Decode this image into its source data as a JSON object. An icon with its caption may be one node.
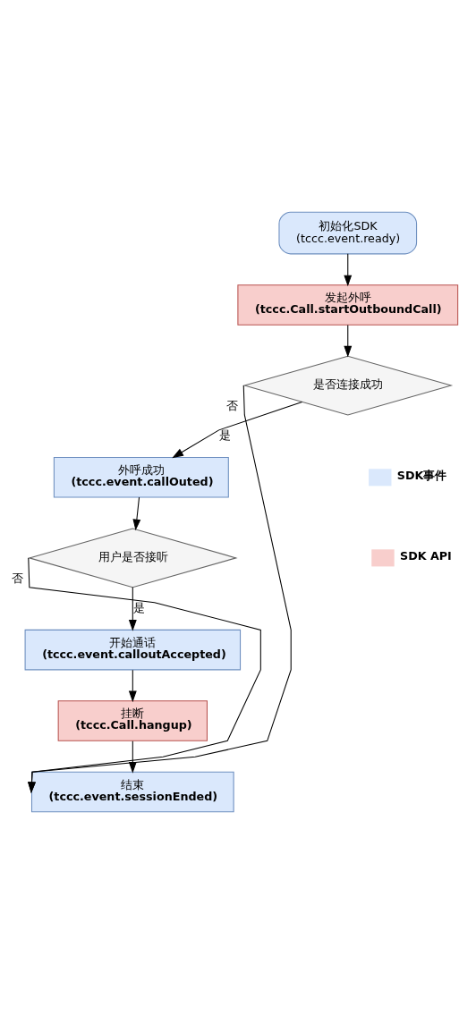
{
  "diagram": {
    "nodes": [
      {
        "text": [
          "初始化SDK",
          "(tccc.event.ready)"
        ]
      },
      {
        "text": [
          "发起外呼",
          "(tccc.Call.startOutboundCall)"
        ]
      },
      {
        "text": [
          "是否连接成功"
        ]
      },
      {
        "text": [
          "外呼成功",
          "(tccc.event.callOuted)"
        ]
      },
      {
        "text": [
          "用户是否接听"
        ]
      },
      {
        "text": [
          "开始通话",
          "(tccc.event.calloutAccepted)"
        ]
      },
      {
        "text": [
          "挂断",
          "(tccc.Call.hangup)"
        ]
      },
      {
        "text": [
          "结束",
          "(tccc.event.sessionEnded)"
        ]
      }
    ],
    "edges": [
      {
        "from": 0,
        "to": 1,
        "arrow": "to"
      },
      {
        "from": 1,
        "to": 2,
        "arrow": "to"
      },
      {
        "from": 2,
        "to": 3,
        "arrow": "to",
        "label": "是"
      },
      {
        "from": 3,
        "to": 4,
        "arrow": "to"
      },
      {
        "from": 4,
        "to": 5,
        "arrow": "to",
        "label": "是"
      },
      {
        "from": 5,
        "to": 6,
        "arrow": "to"
      },
      {
        "from": 6,
        "to": 7,
        "arrow": "to"
      },
      {
        "from": 2,
        "to": 7,
        "arrow": "to",
        "label": "否"
      },
      {
        "from": 4,
        "to": 7,
        "arrow": "to",
        "label": "否"
      }
    ],
    "legend": [
      {
        "text": "SDK事件",
        "color": "#dae8fc"
      },
      {
        "text": "SDK API",
        "color": "#f8cecc"
      }
    ]
  }
}
